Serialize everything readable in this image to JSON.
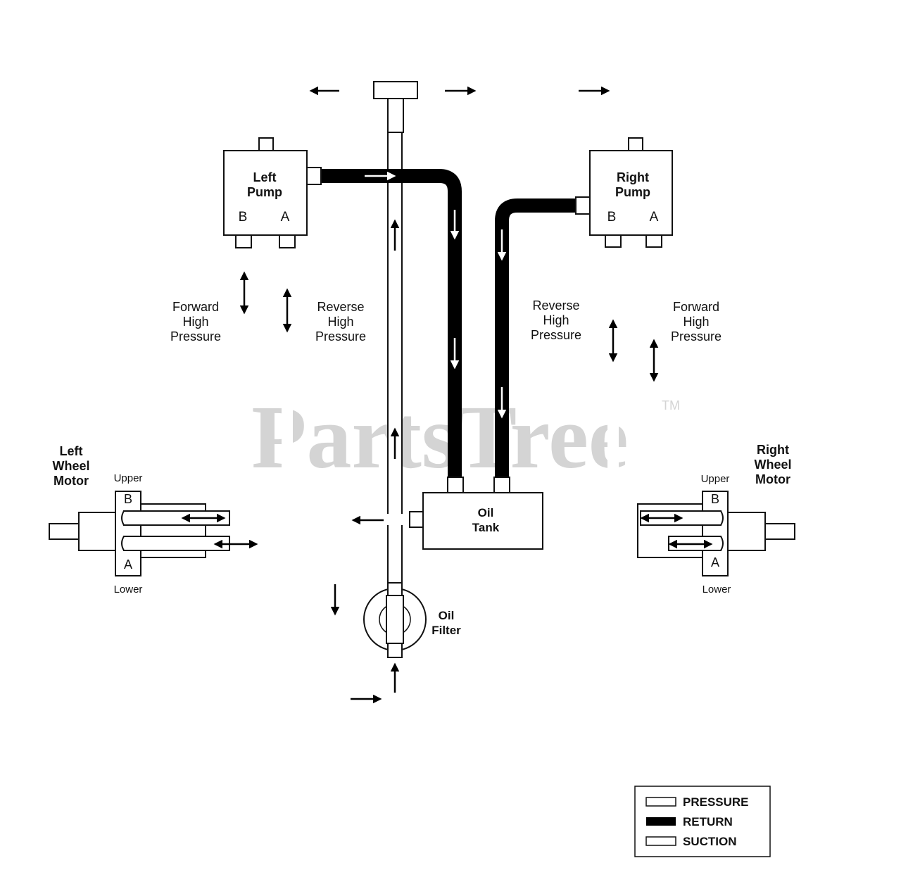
{
  "watermark": {
    "text": "PartsTree",
    "tm": "TM"
  },
  "components": {
    "left_pump": {
      "line1": "Left",
      "line2": "Pump",
      "port_b": "B",
      "port_a": "A"
    },
    "right_pump": {
      "line1": "Right",
      "line2": "Pump",
      "port_b": "B",
      "port_a": "A"
    },
    "oil_tank": {
      "line1": "Oil",
      "line2": "Tank"
    },
    "oil_filter": {
      "line1": "Oil",
      "line2": "Filter"
    },
    "left_motor": {
      "line1": "Left",
      "line2": "Wheel",
      "line3": "Motor",
      "upper": "Upper",
      "lower": "Lower",
      "port_b": "B",
      "port_a": "A"
    },
    "right_motor": {
      "line1": "Right",
      "line2": "Wheel",
      "line3": "Motor",
      "upper": "Upper",
      "lower": "Lower",
      "port_b": "B",
      "port_a": "A"
    }
  },
  "line_labels": {
    "left_forward": {
      "line1": "Forward",
      "line2": "High",
      "line3": "Pressure"
    },
    "left_reverse": {
      "line1": "Reverse",
      "line2": "High",
      "line3": "Pressure"
    },
    "right_reverse": {
      "line1": "Reverse",
      "line2": "High",
      "line3": "Pressure"
    },
    "right_forward": {
      "line1": "Forward",
      "line2": "High",
      "line3": "Pressure"
    }
  },
  "legend": {
    "items": [
      {
        "label": "PRESSURE",
        "style": "open"
      },
      {
        "label": "RETURN",
        "style": "solid"
      },
      {
        "label": "SUCTION",
        "style": "open"
      }
    ]
  },
  "colors": {
    "line": "#111111",
    "return_fill": "#000000",
    "watermark": "#d4d4d4"
  }
}
